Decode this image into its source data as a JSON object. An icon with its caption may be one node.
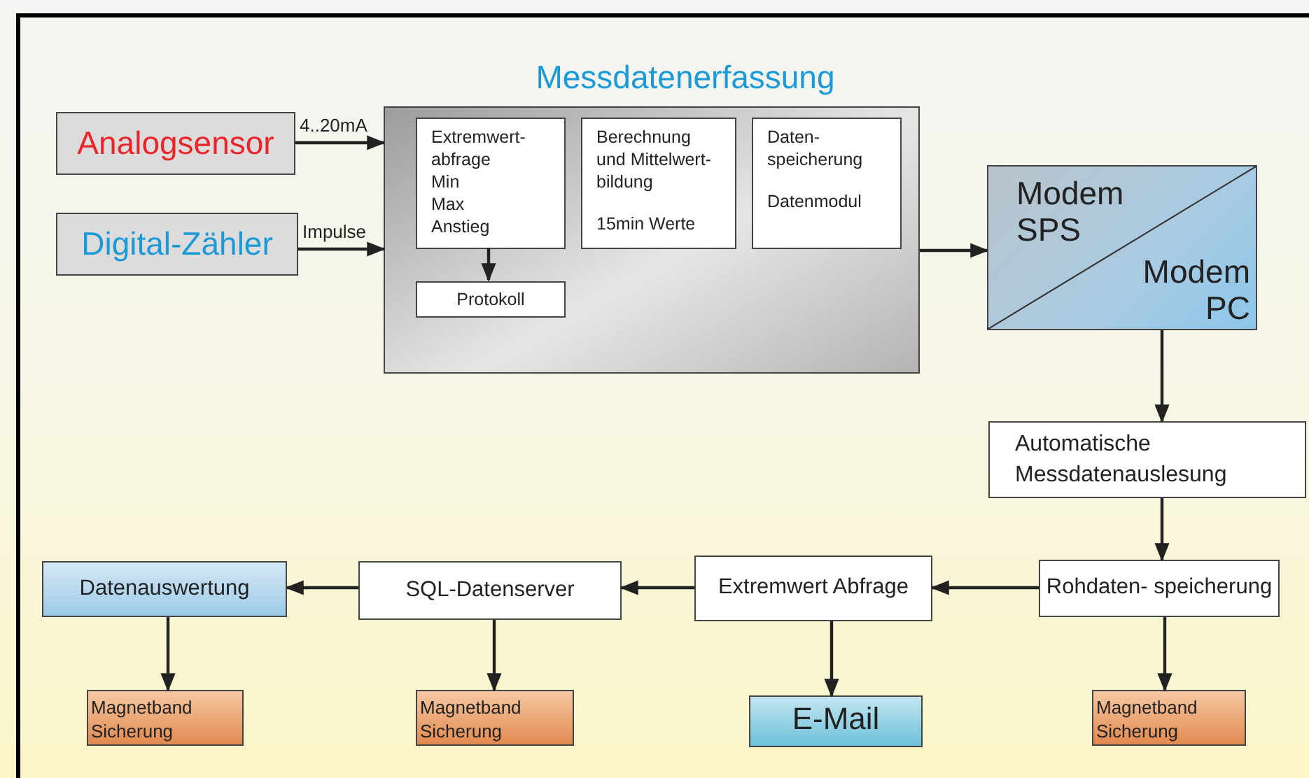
{
  "diagram": {
    "nodes": [
      {
        "text": [
          "Analogsensor"
        ]
      },
      {
        "text": [
          "Digital-Zähler"
        ]
      },
      {
        "text": [
          "Messdatenerfassung"
        ]
      },
      {
        "text": [
          "Extremwert- abfrage",
          "Min",
          "Max",
          "Anstieg"
        ],
        "in": 2
      },
      {
        "text": [
          "Protokoll"
        ],
        "in": 2
      },
      {
        "text": [
          "Berechnung und Mittelwert- bildung",
          "15min Werte"
        ],
        "in": 2
      },
      {
        "text": [
          "Daten- speicherung",
          "Datenmodul"
        ],
        "in": 2
      },
      {
        "text": [
          "Modem SPS",
          "Modem PC"
        ]
      },
      {
        "text": [
          "Automatische Messdatenauslesung"
        ]
      },
      {
        "text": [
          "Rohdaten- speicherung"
        ]
      },
      {
        "text": [
          "Extremwert Abfrage"
        ]
      },
      {
        "text": [
          "SQL-Datenserver"
        ]
      },
      {
        "text": [
          "Datenauswertung"
        ]
      },
      {
        "text": [
          "Magnetband Sicherung"
        ]
      },
      {
        "text": [
          "Magnetband Sicherung"
        ]
      },
      {
        "text": [
          "E-Mail"
        ]
      },
      {
        "text": [
          "Magnetband Sicherung"
        ]
      }
    ],
    "edges": [
      {
        "from": 0,
        "to": 2,
        "arrow": "to",
        "label": "4..20mA"
      },
      {
        "from": 1,
        "to": 2,
        "arrow": "to",
        "label": "Impulse"
      },
      {
        "from": 3,
        "to": 4,
        "arrow": "to"
      },
      {
        "from": 2,
        "to": 7,
        "arrow": "to"
      },
      {
        "from": 7,
        "to": 8,
        "arrow": "to"
      },
      {
        "from": 8,
        "to": 9,
        "arrow": "to"
      },
      {
        "from": 9,
        "to": 10,
        "arrow": "to"
      },
      {
        "from": 10,
        "to": 11,
        "arrow": "to"
      },
      {
        "from": 11,
        "to": 12,
        "arrow": "to"
      },
      {
        "from": 12,
        "to": 13,
        "arrow": "to"
      },
      {
        "from": 11,
        "to": 14,
        "arrow": "to"
      },
      {
        "from": 10,
        "to": 15,
        "arrow": "to"
      },
      {
        "from": 9,
        "to": 16,
        "arrow": "to"
      }
    ]
  }
}
